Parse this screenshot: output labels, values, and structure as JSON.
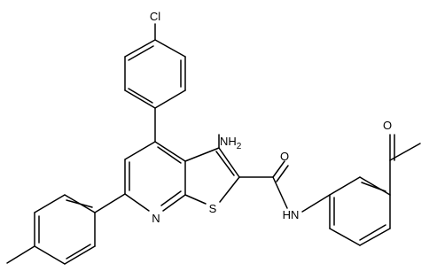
{
  "structure": {
    "atoms": {
      "chlorine": "Cl",
      "amino": "NH",
      "amino_sub": "2",
      "carbonyl_oxygen": "O",
      "amide_nh": "HN",
      "pyridine_n": "N",
      "thiophene_s": "S",
      "acetyl_oxygen": "O"
    }
  }
}
